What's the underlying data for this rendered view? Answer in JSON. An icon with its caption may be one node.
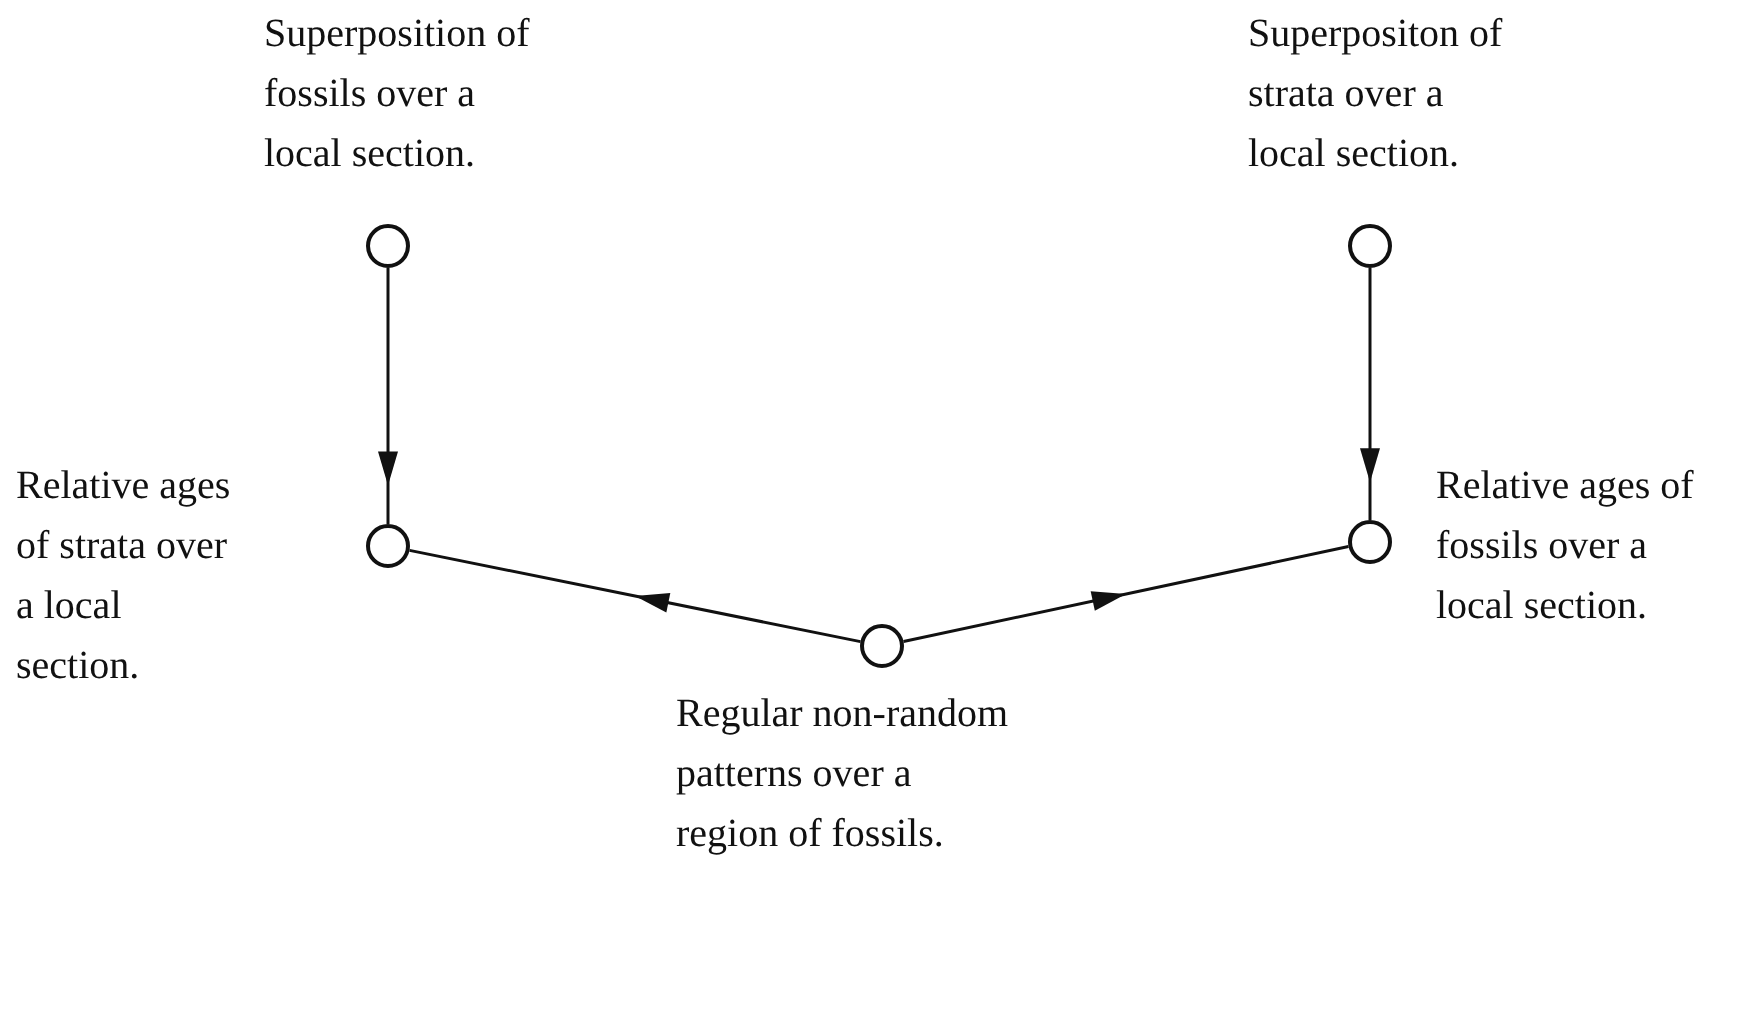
{
  "diagram": {
    "nodes": [
      {
        "text": [
          "Superposition of fossils over a local section."
        ]
      },
      {
        "text": [
          "Superpositon of strata over a local section."
        ]
      },
      {
        "text": [
          "Relative ages of strata over a local section."
        ]
      },
      {
        "text": [
          "Relative ages of fossils over a local section."
        ]
      },
      {
        "text": [
          "Regular non-random patterns over a region of fossils."
        ]
      }
    ],
    "edges": [
      {
        "from": 0,
        "to": 2,
        "arrow": "to"
      },
      {
        "from": 1,
        "to": 3,
        "arrow": "to"
      },
      {
        "from": 4,
        "to": 2,
        "arrow": "to"
      },
      {
        "from": 4,
        "to": 3,
        "arrow": "to"
      }
    ]
  }
}
